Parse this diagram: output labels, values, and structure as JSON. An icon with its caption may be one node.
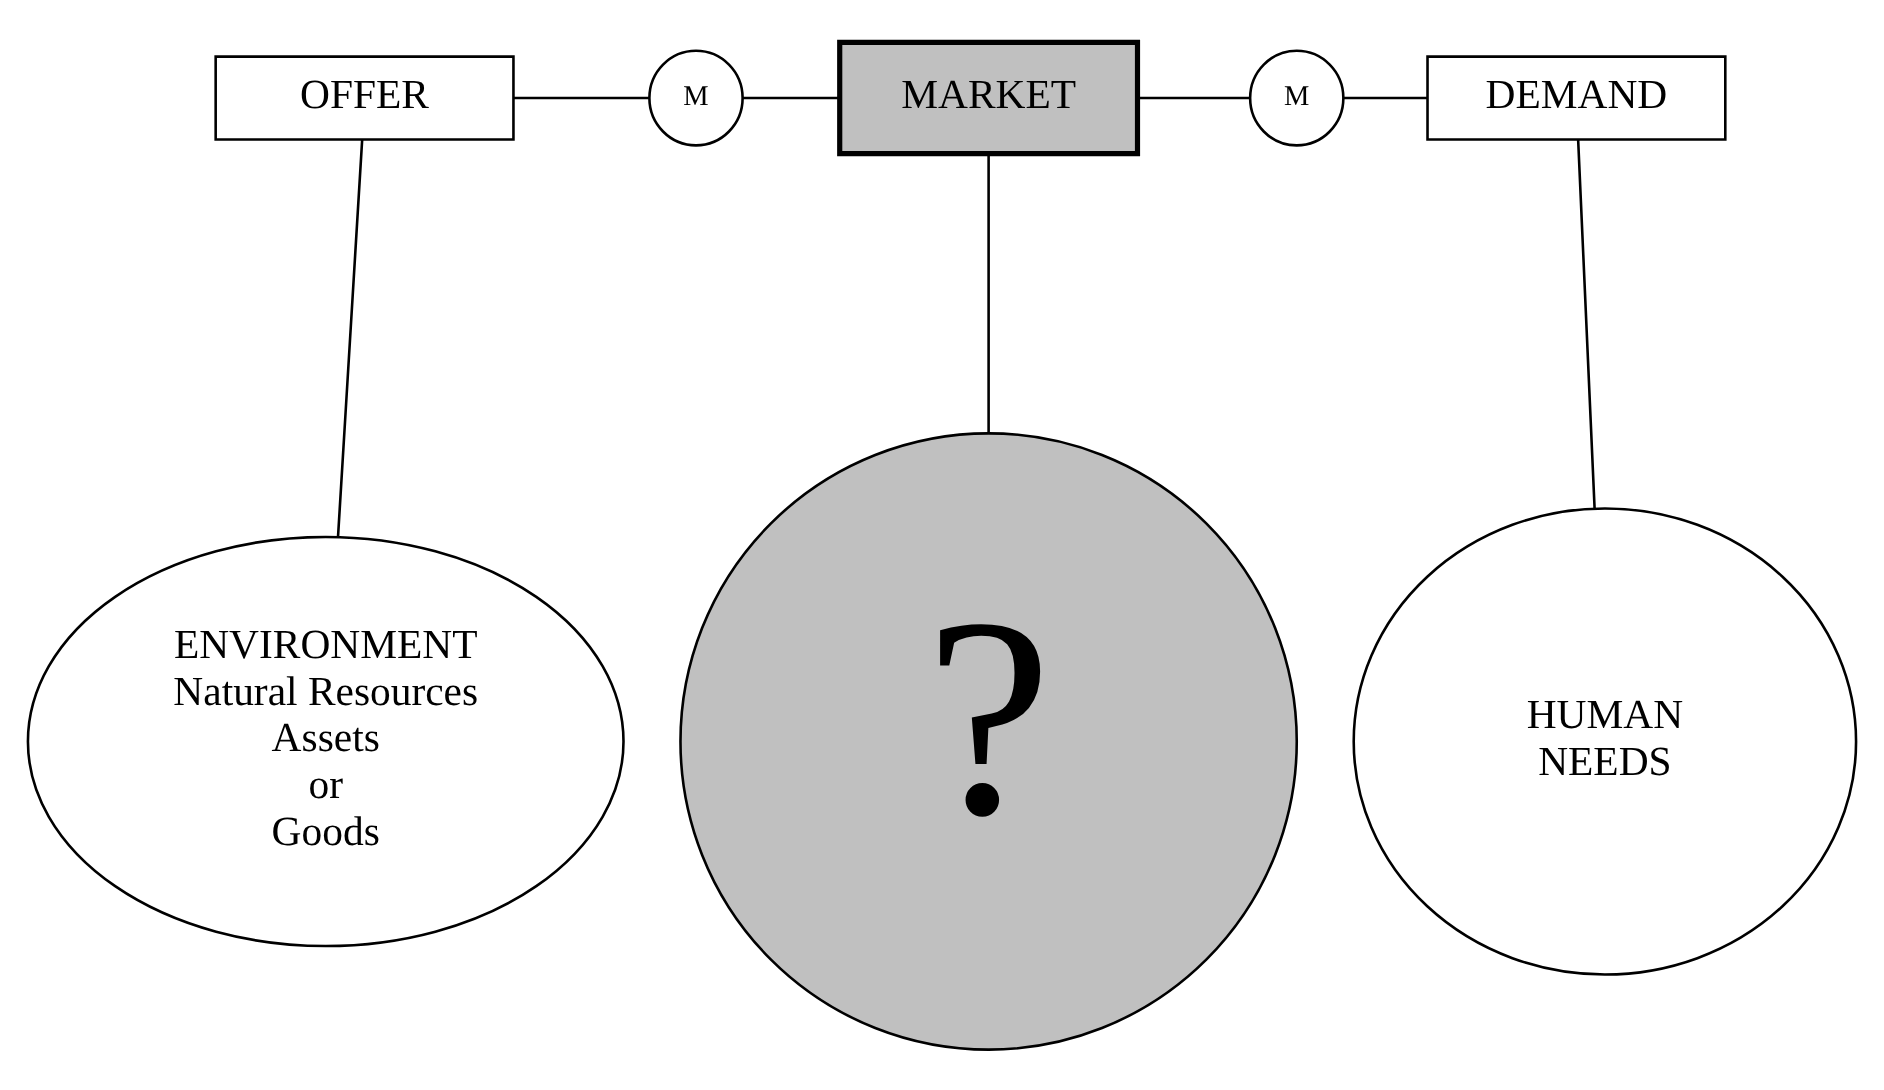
{
  "diagram": {
    "nodes": [
      {
        "text": [
          "OFFER"
        ]
      },
      {
        "text": [
          "M"
        ]
      },
      {
        "text": [
          "MARKET"
        ]
      },
      {
        "text": [
          "M"
        ]
      },
      {
        "text": [
          "DEMAND"
        ]
      },
      {
        "text": [
          "ENVIRONMENT Natural Resources Assets or Goods"
        ]
      },
      {
        "text": [
          "?"
        ]
      },
      {
        "text": [
          "HUMAN NEEDS"
        ]
      }
    ],
    "edges": [
      {
        "from": 0,
        "to": 1,
        "arrow": "none"
      },
      {
        "from": 1,
        "to": 2,
        "arrow": "none"
      },
      {
        "from": 2,
        "to": 3,
        "arrow": "none"
      },
      {
        "from": 3,
        "to": 4,
        "arrow": "none"
      },
      {
        "from": 0,
        "to": 5,
        "arrow": "none"
      },
      {
        "from": 2,
        "to": 6,
        "arrow": "none"
      },
      {
        "from": 4,
        "to": 7,
        "arrow": "none"
      }
    ]
  }
}
